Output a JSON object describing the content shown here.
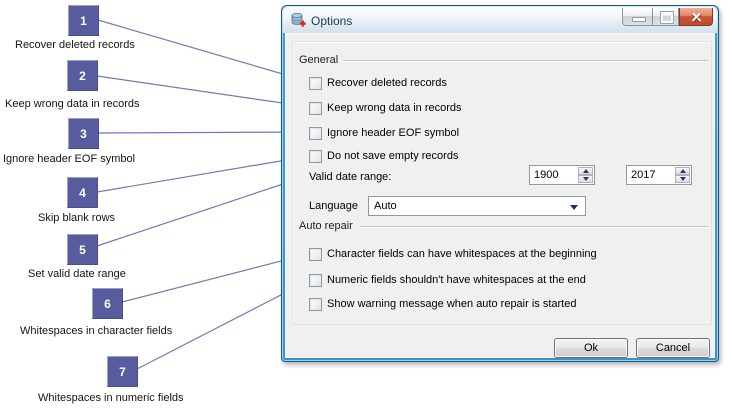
{
  "colors": {
    "callout_box": "#575c9e",
    "callout_line": "#7478b8",
    "frame_accent_blue": "#38a0d8",
    "frame_border": "#1d5480",
    "close_button_red": "#cd5536",
    "dialog_background": "#f0f0f0",
    "spinner_arrow_navy": "#27357f"
  },
  "callouts": [
    {
      "number": "1",
      "label": "Recover deleted records"
    },
    {
      "number": "2",
      "label": "Keep wrong data in records"
    },
    {
      "number": "3",
      "label": "Ignore header EOF symbol"
    },
    {
      "number": "4",
      "label": "Skip blank rows"
    },
    {
      "number": "5",
      "label": "Set valid date range"
    },
    {
      "number": "6",
      "label": "Whitespaces in character fields"
    },
    {
      "number": "7",
      "label": "Whitespaces in numeric fields"
    }
  ],
  "dialog": {
    "title": "Options",
    "titlebar_icon": "database-add-icon",
    "general": {
      "label": "General",
      "checkboxes": [
        {
          "label": "Recover deleted records",
          "checked": false
        },
        {
          "label": "Keep wrong data in records",
          "checked": false
        },
        {
          "label": "Ignore header EOF symbol",
          "checked": false
        },
        {
          "label": "Do not save empty records",
          "checked": false
        }
      ]
    },
    "valid_date_range": {
      "label": "Valid date range:",
      "from_value": "1900",
      "to_value": "2017"
    },
    "language": {
      "label": "Language",
      "value": "Auto"
    },
    "auto_repair": {
      "label": "Auto repair",
      "checkboxes": [
        {
          "label": "Character fields can have whitespaces at the beginning",
          "checked": false
        },
        {
          "label": "Numeric fields shouldn't have whitespaces at the end",
          "checked": false
        },
        {
          "label": "Show warning message when auto repair is started",
          "checked": false
        }
      ]
    },
    "footer": {
      "ok_label": "Ok",
      "cancel_label": "Cancel"
    }
  }
}
